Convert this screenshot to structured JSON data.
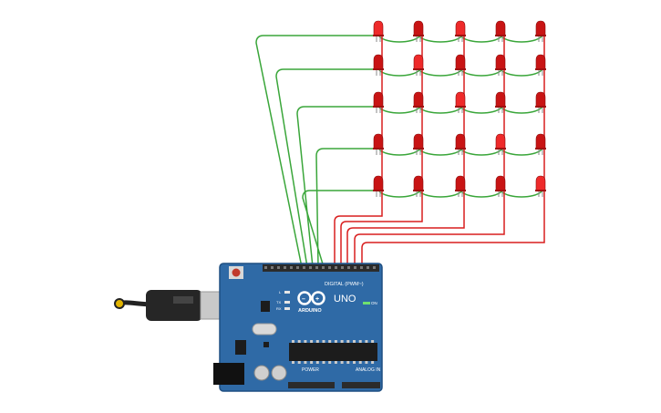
{
  "colors": {
    "background": "#ffffff",
    "board": "#2f6aa6",
    "board_edge": "#1f4f82",
    "header": "#2b2b2b",
    "led_body": "#c81414",
    "led_lit": "#ee2a2a",
    "wire_row": "#3aa63a",
    "wire_col": "#d91e1e",
    "cable": "#222222",
    "usb_metal": "#c9c9c9",
    "chip": "#1c1c1c"
  },
  "board": {
    "digital_label": "DIGITAL (PWM~)",
    "brand": "ARDUINO",
    "model": "UNO",
    "on_label": "ON",
    "power_label": "POWER",
    "analog_label": "ANALOG IN",
    "tx_label": "TX",
    "rx_label": "RX",
    "l_label": "L",
    "icon": "arduino-infinity-icon"
  },
  "led_matrix": {
    "rows": 5,
    "cols": 5,
    "lit": [
      [
        0,
        0
      ],
      [
        0,
        2
      ],
      [
        1,
        1
      ],
      [
        2,
        2
      ],
      [
        3,
        3
      ],
      [
        4,
        4
      ]
    ]
  },
  "wiring": {
    "rows_color": "green",
    "cols_color": "red"
  }
}
